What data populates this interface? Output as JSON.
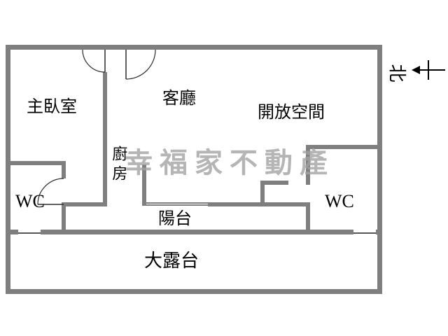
{
  "rooms": {
    "master_bedroom": "主臥室",
    "living_room": "客廳",
    "open_space": "開放空間",
    "kitchen": "廚房",
    "wc_left": "WC",
    "wc_right": "WC",
    "balcony": "陽台",
    "terrace": "大露台"
  },
  "watermark": "幸福家不動產",
  "compass": {
    "north": "北"
  },
  "colors": {
    "wall": "#7f7f7f",
    "label": "#000000",
    "watermark": "#a3a3a3"
  }
}
